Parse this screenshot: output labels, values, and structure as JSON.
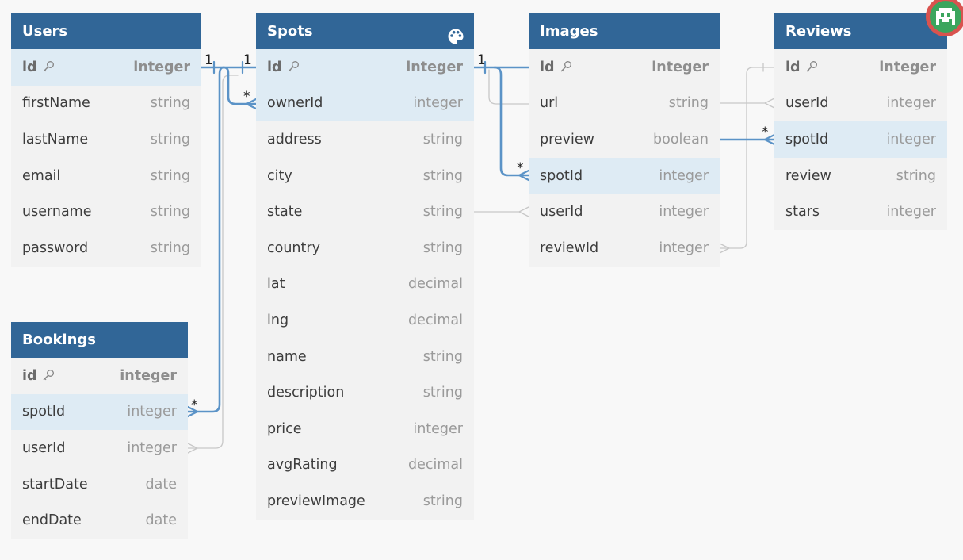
{
  "tables": {
    "users": {
      "title": "Users",
      "columns": [
        {
          "name": "id",
          "type": "integer"
        },
        {
          "name": "firstName",
          "type": "string"
        },
        {
          "name": "lastName",
          "type": "string"
        },
        {
          "name": "email",
          "type": "string"
        },
        {
          "name": "username",
          "type": "string"
        },
        {
          "name": "password",
          "type": "string"
        }
      ]
    },
    "spots": {
      "title": "Spots",
      "header_icon": "palette-icon",
      "columns": [
        {
          "name": "id",
          "type": "integer"
        },
        {
          "name": "ownerId",
          "type": "integer"
        },
        {
          "name": "address",
          "type": "string"
        },
        {
          "name": "city",
          "type": "string"
        },
        {
          "name": "state",
          "type": "string"
        },
        {
          "name": "country",
          "type": "string"
        },
        {
          "name": "lat",
          "type": "decimal"
        },
        {
          "name": "lng",
          "type": "decimal"
        },
        {
          "name": "name",
          "type": "string"
        },
        {
          "name": "description",
          "type": "string"
        },
        {
          "name": "price",
          "type": "integer"
        },
        {
          "name": "avgRating",
          "type": "decimal"
        },
        {
          "name": "previewImage",
          "type": "string"
        }
      ]
    },
    "images": {
      "title": "Images",
      "columns": [
        {
          "name": "id",
          "type": "integer"
        },
        {
          "name": "url",
          "type": "string"
        },
        {
          "name": "preview",
          "type": "boolean"
        },
        {
          "name": "spotId",
          "type": "integer"
        },
        {
          "name": "userId",
          "type": "integer"
        },
        {
          "name": "reviewId",
          "type": "integer"
        }
      ]
    },
    "reviews": {
      "title": "Reviews",
      "columns": [
        {
          "name": "id",
          "type": "integer"
        },
        {
          "name": "userId",
          "type": "integer"
        },
        {
          "name": "spotId",
          "type": "integer"
        },
        {
          "name": "review",
          "type": "string"
        },
        {
          "name": "stars",
          "type": "integer"
        }
      ]
    },
    "bookings": {
      "title": "Bookings",
      "columns": [
        {
          "name": "id",
          "type": "integer"
        },
        {
          "name": "spotId",
          "type": "integer"
        },
        {
          "name": "userId",
          "type": "integer"
        },
        {
          "name": "startDate",
          "type": "date"
        },
        {
          "name": "endDate",
          "type": "date"
        }
      ]
    }
  },
  "markers": {
    "one": "1",
    "many": "*"
  },
  "colors": {
    "header": "#316697",
    "highlight_row": "#deebf4",
    "relation_active": "#5b93c7",
    "relation_inactive": "#c8c8c8"
  },
  "icons": {
    "primary_key": "key-icon",
    "app_badge": "app-badge-icon"
  }
}
